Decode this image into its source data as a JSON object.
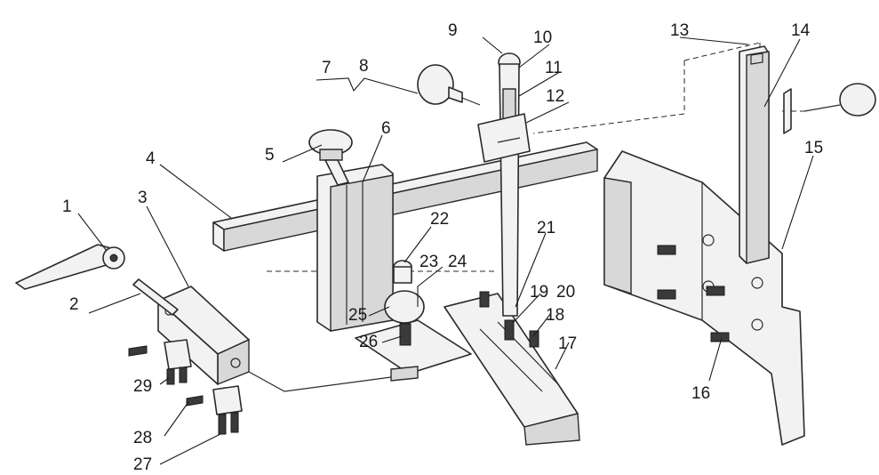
{
  "labels": [
    "1",
    "2",
    "3",
    "4",
    "5",
    "6",
    "7",
    "8",
    "9",
    "10",
    "11",
    "12",
    "13",
    "14",
    "15",
    "16",
    "17",
    "18",
    "19",
    "20",
    "21",
    "22",
    "23",
    "24",
    "25",
    "26",
    "27",
    "28",
    "29"
  ],
  "colors": {
    "line": "#2a2a2a",
    "fill": "#f2f2f2",
    "shade": "#d8d8d8",
    "background": "#ffffff"
  }
}
